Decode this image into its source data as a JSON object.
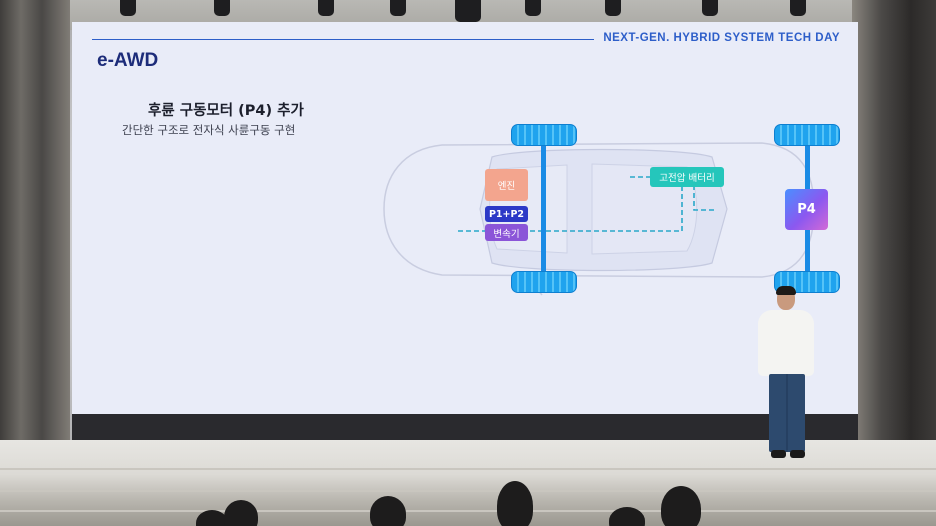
{
  "slide": {
    "event_title": "NEXT-GEN. HYBRID SYSTEM TECH DAY",
    "title": "e-AWD",
    "heading": "후륜 구동모터 (P4) 추가",
    "subheading": "간단한 구조로 전자식 사륜구동 구현"
  },
  "diagram": {
    "engine_label": "엔진",
    "p1p2_label": "P1+P2",
    "transmission_label": "변속기",
    "battery_label": "고전압 배터리",
    "p4_label": "P4"
  },
  "colors": {
    "accent_blue": "#2d5ec9",
    "title_navy": "#1d2c7a",
    "engine": "#f3a58e",
    "p1p2": "#2c39c7",
    "transmission": "#8b55d8",
    "battery": "#25c6bb",
    "tire": "#1fa3ee",
    "dashed_line": "#29a8c9"
  }
}
